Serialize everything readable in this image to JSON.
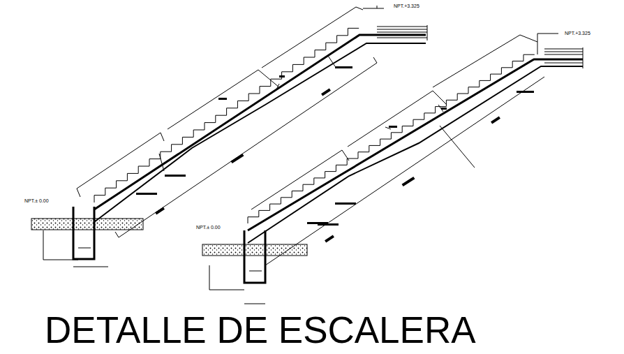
{
  "diagram": {
    "title": "DETALLE DE ESCALERA",
    "labels": [
      "NPT.+3.325",
      "NPT.+3.325",
      "NPT.± 0.00",
      "NPT.± 0.00"
    ]
  }
}
